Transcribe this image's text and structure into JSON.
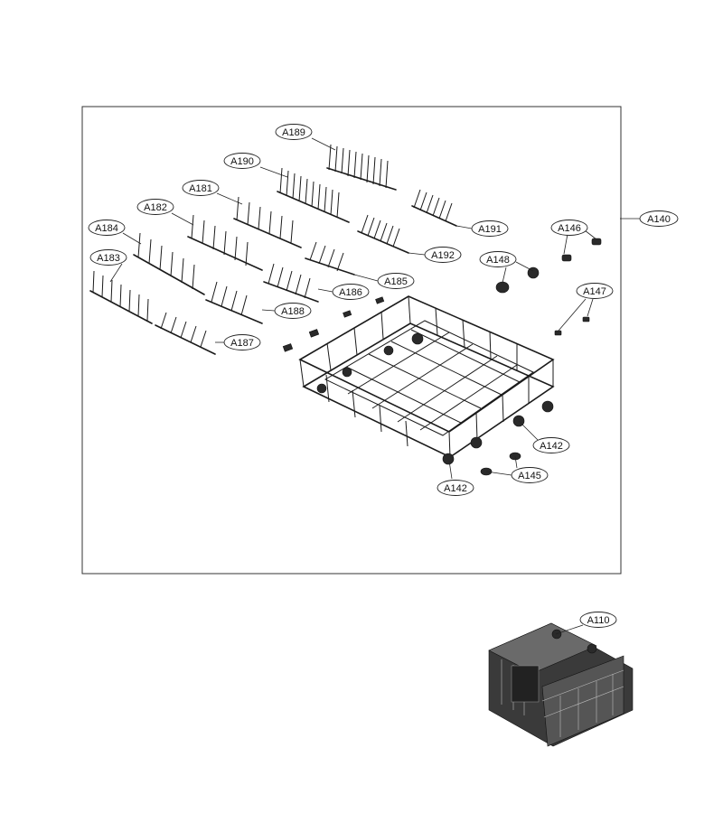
{
  "labels": {
    "a189": "A189",
    "a190": "A190",
    "a181": "A181",
    "a182": "A182",
    "a184": "A184",
    "a183": "A183",
    "a191": "A191",
    "a192": "A192",
    "a185": "A185",
    "a186": "A186",
    "a188": "A188",
    "a187": "A187",
    "a146": "A146",
    "a140": "A140",
    "a148": "A148",
    "a147": "A147",
    "a142_right": "A142",
    "a145": "A145",
    "a142_bottom": "A142",
    "a110": "A110"
  }
}
